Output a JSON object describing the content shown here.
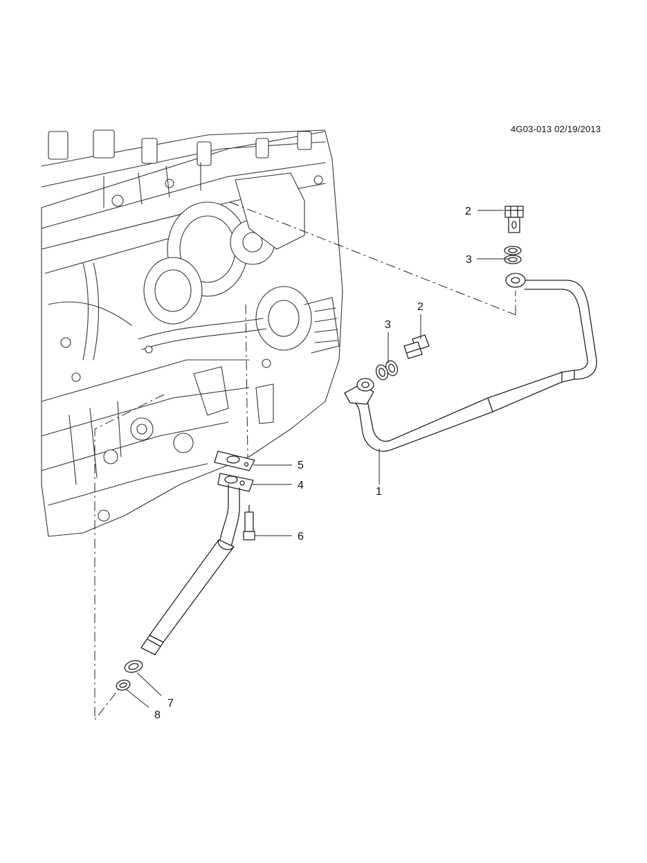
{
  "header": {
    "code": "4G03-013 02/19/2013"
  },
  "callouts": [
    {
      "id": "c2a",
      "label": "2"
    },
    {
      "id": "c3a",
      "label": "3"
    },
    {
      "id": "c2b",
      "label": "2"
    },
    {
      "id": "c3b",
      "label": "3"
    },
    {
      "id": "c1",
      "label": "1"
    },
    {
      "id": "c5",
      "label": "5"
    },
    {
      "id": "c4",
      "label": "4"
    },
    {
      "id": "c6",
      "label": "6"
    },
    {
      "id": "c7",
      "label": "7"
    },
    {
      "id": "c8",
      "label": "8"
    }
  ]
}
